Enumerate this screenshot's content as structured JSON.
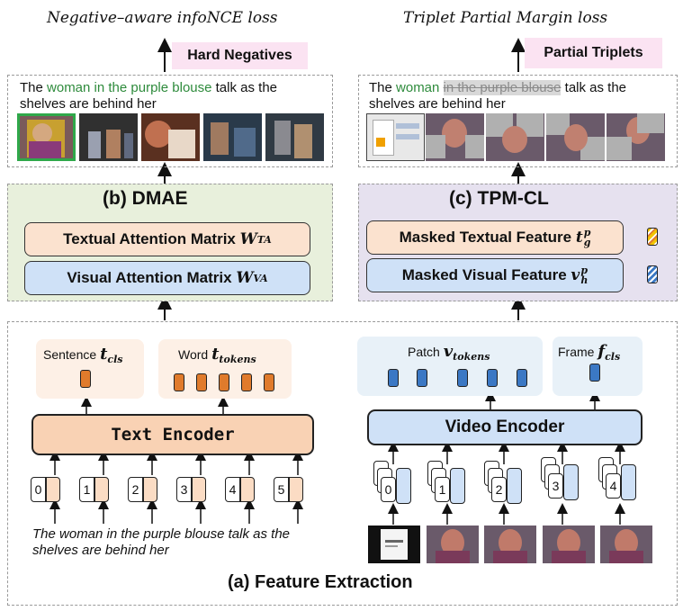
{
  "top_left": {
    "loss_title": "Negative–aware infoNCE loss",
    "badge": "Hard Negatives",
    "caption_pre": "The ",
    "caption_highlight": "woman in the purple blouse",
    "caption_post": " talk as the shelves are behind her"
  },
  "top_right": {
    "loss_title": "Triplet Partial Margin loss",
    "badge": "Partial Triplets",
    "caption_pre": "The ",
    "caption_highlight": "woman",
    "caption_strike": "in the purple blouse",
    "caption_post": " talk as the shelves are behind her"
  },
  "dmae": {
    "title": "(b) DMAE",
    "textual_label": "Textual Attention Matrix ",
    "textual_sym": "W",
    "textual_sub": "TA",
    "visual_label": "Visual Attention Matrix ",
    "visual_sym": "W",
    "visual_sub": "VA"
  },
  "tpm": {
    "title": "(c) TPM-CL",
    "textual_label": "Masked Textual Feature ",
    "textual_sym": "t",
    "textual_sub": "g",
    "textual_sup": "p",
    "visual_label": "Masked Visual Feature ",
    "visual_sym": "v",
    "visual_sub": "h",
    "visual_sup": "p"
  },
  "feature": {
    "title": "(a) Feature Extraction",
    "sentence_label": "Sentence ",
    "sentence_sym": "t",
    "sentence_sub": "cls",
    "word_label": "Word ",
    "word_sym": "t",
    "word_sub": "tokens",
    "patch_label": "Patch ",
    "patch_sym": "v",
    "patch_sub": "tokens",
    "frame_label": "Frame ",
    "frame_sym": "f",
    "frame_sub": "cls",
    "text_encoder": "Text Encoder",
    "video_encoder": "Video Encoder",
    "text_indices": [
      "0",
      "1",
      "2",
      "3",
      "4",
      "5"
    ],
    "video_indices": [
      "0",
      "1",
      "2",
      "3",
      "4"
    ],
    "input_sentence": "The woman in the purple blouse talk as the shelves are behind her"
  },
  "colors": {
    "peach": "#fbe2cf",
    "light_blue": "#cfe1f7",
    "orange_token": "#e07b2c",
    "blue_token": "#3b78c4",
    "dmae_bg": "#e8f0dc",
    "tpm_bg": "#e6e1ef",
    "pink_badge": "#fbe3f2",
    "highlight_green": "#2e8b3c"
  }
}
